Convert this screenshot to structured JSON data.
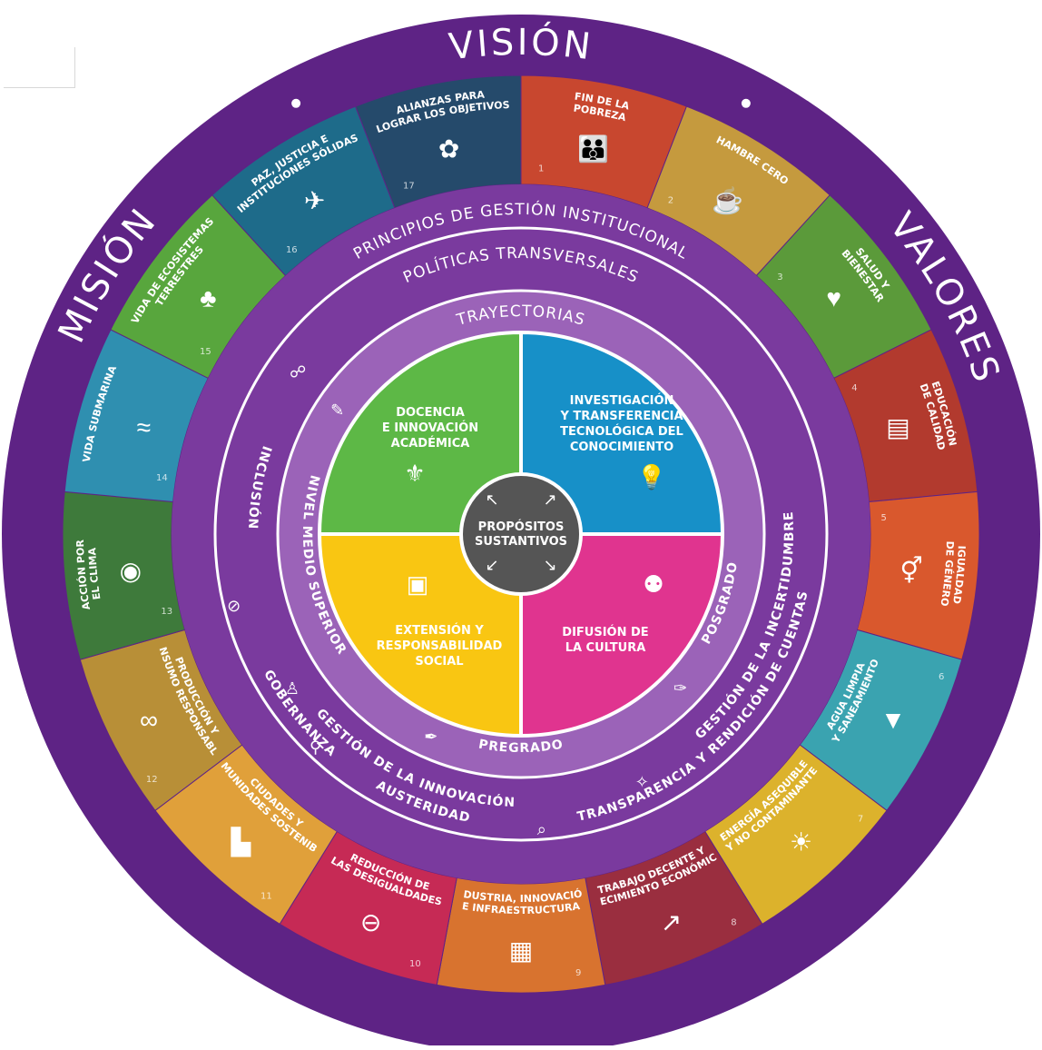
{
  "outer": {
    "vision": "VISIÓN",
    "mission": "MISIÓN",
    "values": "VALORES"
  },
  "colors": {
    "purple_dark": "#5e2385",
    "purple_mid": "#7a3a9e",
    "purple_light": "#9b63b8",
    "green": "#5db846",
    "blue": "#1790c8",
    "yellow": "#f9c612",
    "magenta": "#e0348f",
    "center": "#555555"
  },
  "sdgs": [
    {
      "num": "1",
      "label": "FIN DE LA POBREZA",
      "color": "#c8472f",
      "icon": "people-icon"
    },
    {
      "num": "2",
      "label": "HAMBRE CERO",
      "color": "#c59a3e",
      "icon": "bowl-icon"
    },
    {
      "num": "3",
      "label": "SALUD Y BIENESTAR",
      "color": "#5b9a3a",
      "icon": "heartbeat-icon"
    },
    {
      "num": "4",
      "label": "EDUCACIÓN DE CALIDAD",
      "color": "#b23a2e",
      "icon": "book-icon"
    },
    {
      "num": "5",
      "label": "IGUALDAD DE GÉNERO",
      "color": "#d9582d",
      "icon": "gender-icon"
    },
    {
      "num": "6",
      "label": "AGUA LIMPIA Y SANEAMIENTO",
      "color": "#3aa3b0",
      "icon": "water-drop-icon"
    },
    {
      "num": "7",
      "label": "ENERGÍA ASEQUIBLE Y NO CONTAMINANTE",
      "color": "#dcb22c",
      "icon": "sun-icon"
    },
    {
      "num": "8",
      "label": "TRABAJO DECENTE Y CRECIMIENTO ECONÓMICO",
      "color": "#9a2e3f",
      "icon": "growth-chart-icon"
    },
    {
      "num": "9",
      "label": "INDUSTRIA, INNOVACIÓN E INFRAESTRUCTURA",
      "color": "#d8732f",
      "icon": "cubes-icon"
    },
    {
      "num": "10",
      "label": "REDUCCIÓN DE LAS DESIGUALDADES",
      "color": "#c62a55",
      "icon": "equality-icon"
    },
    {
      "num": "11",
      "label": "CIUDADES Y COMUNIDADES SOSTENIBLES",
      "color": "#e0a03a",
      "icon": "city-icon"
    },
    {
      "num": "12",
      "label": "PRODUCCIÓN Y CONSUMO RESPONSABLES",
      "color": "#b88f37",
      "icon": "infinity-icon"
    },
    {
      "num": "13",
      "label": "ACCIÓN POR EL CLIMA",
      "color": "#3e7a3b",
      "icon": "eye-globe-icon"
    },
    {
      "num": "14",
      "label": "VIDA SUBMARINA",
      "color": "#2f8fb0",
      "icon": "fish-icon"
    },
    {
      "num": "15",
      "label": "VIDA DE ECOSISTEMAS TERRESTRES",
      "color": "#58a63d",
      "icon": "tree-icon"
    },
    {
      "num": "16",
      "label": "PAZ, JUSTICIA E INSTITUCIONES SÓLIDAS",
      "color": "#1e6b8a",
      "icon": "dove-icon"
    },
    {
      "num": "17",
      "label": "ALIANZAS PARA LOGRAR LOS OBJETIVOS",
      "color": "#254a6b",
      "icon": "flower-icon"
    }
  ],
  "rings": {
    "principios": "PRINCIPIOS DE GESTIÓN INSTITUCIONAL",
    "politicas": "POLÍTICAS TRANSVERSALES",
    "trayectorias": "TRAYECTORIAS"
  },
  "politicas_items": [
    {
      "label": "INCLUSIÓN",
      "icon": "inclusion-icon"
    },
    {
      "label": "GOBERNANZA",
      "icon": "governance-icon"
    },
    {
      "label": "AUSTERIDAD",
      "icon": "bicycle-icon"
    },
    {
      "label": "TRANSPARENCIA Y RENDICIÓN DE CUENTAS",
      "icon": "magnifier-icon"
    }
  ],
  "trayectorias_items": [
    {
      "label": "NIVEL MEDIO SUPERIOR",
      "icon": "pencil-icon"
    },
    {
      "label": "GESTIÓN DE LA INNOVACIÓN",
      "icon": "person-icon"
    },
    {
      "label": "PREGRADO",
      "icon": "pen-icon"
    },
    {
      "label": "GESTIÓN DE LA INCERTIDUMBRE",
      "icon": "lightbulb-spark-icon"
    },
    {
      "label": "POSGRADO",
      "icon": "nib-icon"
    }
  ],
  "quadrants": [
    {
      "lines": [
        "DOCENCIA",
        "E INNOVACIÓN",
        "ACADÉMICA"
      ],
      "icon": "award-icon"
    },
    {
      "lines": [
        "INVESTIGACIÓN",
        "Y TRANSFERENCIA",
        "TECNOLÓGICA DEL",
        "CONOCIMIENTO"
      ],
      "icon": "lightbulb-icon"
    },
    {
      "lines": [
        "EXTENSIÓN Y",
        "RESPONSABILIDAD",
        "SOCIAL"
      ],
      "icon": "document-icon"
    },
    {
      "lines": [
        "DIFUSIÓN DE",
        "LA CULTURA"
      ],
      "icon": "audience-icon"
    }
  ],
  "center": {
    "line1": "PROPÓSITOS",
    "line2": "SUSTANTIVOS"
  }
}
